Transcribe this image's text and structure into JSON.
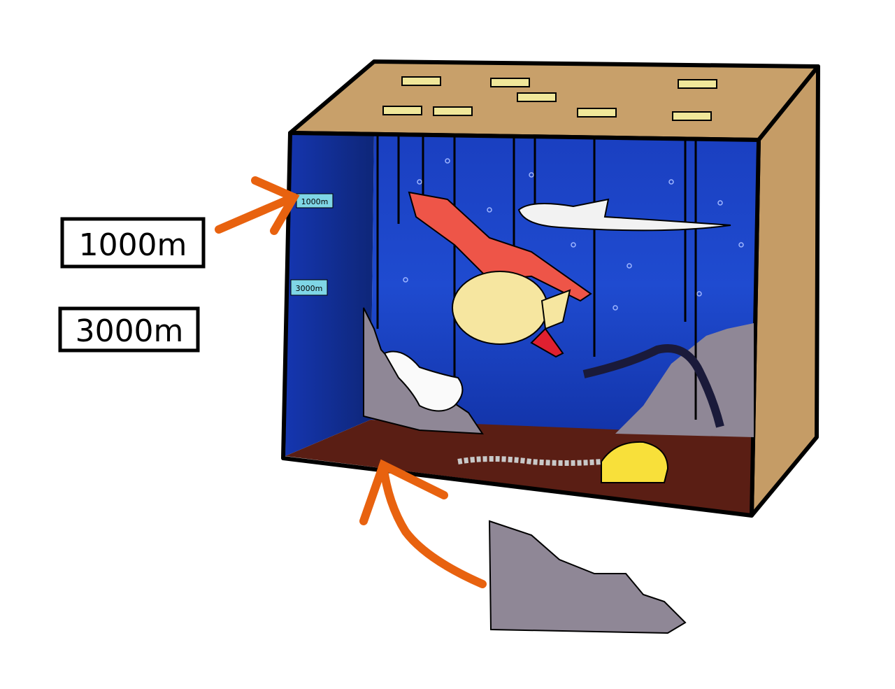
{
  "labels": {
    "depth_1000": "1000m",
    "depth_3000": "3000m"
  },
  "box_tags": {
    "tag_1000": "1000m",
    "tag_3000": "3000m"
  },
  "colors": {
    "box_cardboard": "#c8a06a",
    "water_blue": "#1b3fb8",
    "arrow_orange": "#e8620f",
    "rock_gray": "#8f8796",
    "floor_brown": "#5a1e14",
    "tag_cyan": "#7fd6e6"
  }
}
